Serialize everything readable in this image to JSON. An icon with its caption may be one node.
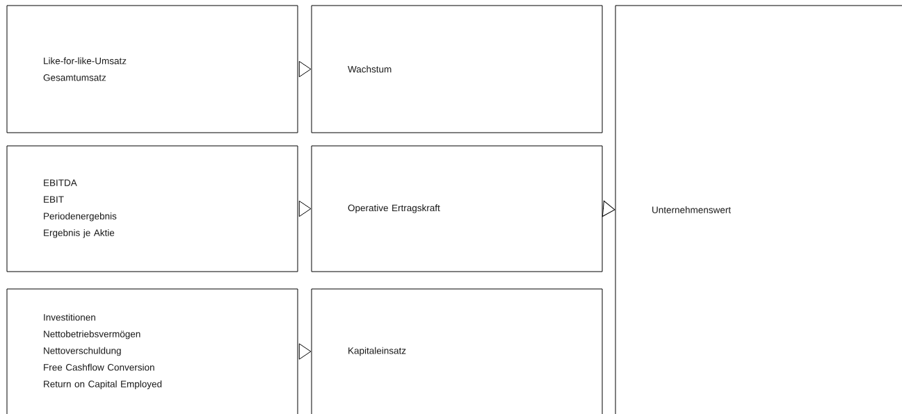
{
  "diagram": {
    "nodes": [
      {
        "text": [
          "Like-for-like-Umsatz",
          "Gesamtumsatz"
        ]
      },
      {
        "text": [
          "Wachstum"
        ]
      },
      {
        "text": [
          "EBITDA",
          "EBIT",
          "Periodenergebnis",
          "Ergebnis je Aktie"
        ]
      },
      {
        "text": [
          "Operative Ertragskraft"
        ]
      },
      {
        "text": [
          "Investitionen",
          "Nettobetriebsvermögen",
          "Nettoverschuldung",
          "Free Cashflow Conversion",
          "Return on Capital Employed"
        ]
      },
      {
        "text": [
          "Kapitaleinsatz"
        ]
      },
      {
        "text": [
          "Unternehmenswert"
        ]
      }
    ],
    "edges": [
      {
        "from": 0,
        "to": 1,
        "arrow": "to"
      },
      {
        "from": 2,
        "to": 3,
        "arrow": "to"
      },
      {
        "from": 4,
        "to": 5,
        "arrow": "to"
      },
      {
        "from": 3,
        "to": 6,
        "arrow": "to"
      }
    ]
  }
}
